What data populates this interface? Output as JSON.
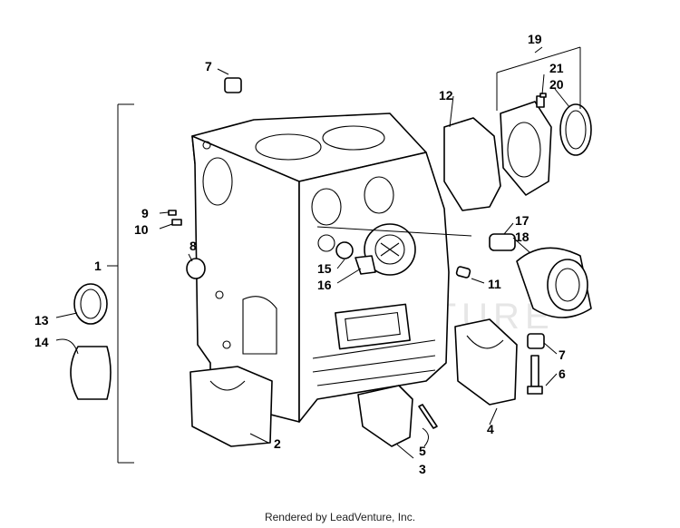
{
  "watermark": "LEADVENTURE",
  "footer": {
    "credit": "Rendered by LeadVenture, Inc."
  },
  "callouts": {
    "p1": "1",
    "p2": "2",
    "p3": "3",
    "p4": "4",
    "p5": "5",
    "p6": "6",
    "p7a": "7",
    "p7b": "7",
    "p8": "8",
    "p9": "9",
    "p10": "10",
    "p11": "11",
    "p12": "12",
    "p13": "13",
    "p14": "14",
    "p15": "15",
    "p16": "16",
    "p17": "17",
    "p18": "18",
    "p19": "19",
    "p20": "20",
    "p21": "21"
  }
}
